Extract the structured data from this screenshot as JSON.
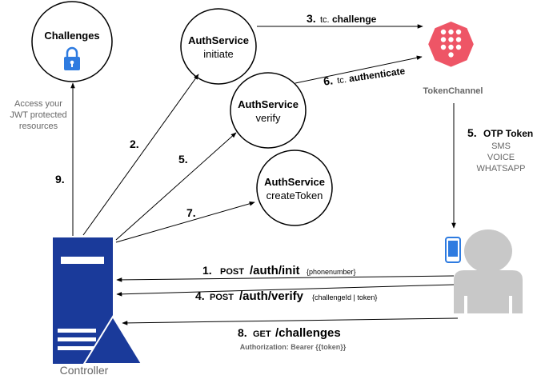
{
  "nodes": {
    "challenges": {
      "title": "Challenges",
      "icon": "lock-icon"
    },
    "auth_initiate": {
      "title": "AuthService",
      "subtitle": "initiate"
    },
    "auth_verify": {
      "title": "AuthService",
      "subtitle": "verify"
    },
    "auth_create": {
      "title": "AuthService",
      "subtitle": "createToken"
    },
    "token_channel": {
      "label": "TokenChannel",
      "color": "#ee5566",
      "icon": "keypad-icon"
    },
    "controller": {
      "label": "Controller",
      "color": "#1a3a9a",
      "icon": "server-icon"
    },
    "user": {
      "icon": "user-icon",
      "device_icon": "phone-icon"
    }
  },
  "annotations": {
    "access_line1": "Access your",
    "access_line2": "JWT protected",
    "access_line3": "resources",
    "otp_num": "5.",
    "otp_title": "OTP Token",
    "otp_sms": "SMS",
    "otp_voice": "VOICE",
    "otp_whatsapp": "WHATSAPP"
  },
  "steps": {
    "s1": {
      "num": "1.",
      "method": "POST",
      "path": "/auth/init",
      "params": "{phonenumber}"
    },
    "s2": {
      "num": "2."
    },
    "s3": {
      "num": "3.",
      "prefix": "tc.",
      "name": "challenge"
    },
    "s4": {
      "num": "4.",
      "method": "POST",
      "path": "/auth/verify",
      "params": "{challengeId | token}"
    },
    "s5": {
      "num": "5."
    },
    "s6": {
      "num": "6.",
      "prefix": "tc.",
      "name": "authenticate"
    },
    "s7": {
      "num": "7."
    },
    "s8": {
      "num": "8.",
      "method": "GET",
      "path": "/challenges",
      "header": "Authorization: Bearer {{token}}"
    },
    "s9": {
      "num": "9."
    }
  }
}
